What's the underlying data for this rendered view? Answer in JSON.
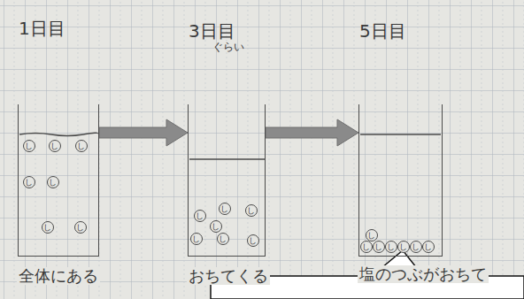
{
  "diagram": {
    "nodes": [
      {
        "text": [
          "1日目",
          "全体にある"
        ]
      },
      {
        "text": [
          "し"
        ],
        "in": 0
      },
      {
        "text": [
          "し"
        ],
        "in": 0
      },
      {
        "text": [
          "し"
        ],
        "in": 0
      },
      {
        "text": [
          "し"
        ],
        "in": 0
      },
      {
        "text": [
          "し"
        ],
        "in": 0
      },
      {
        "text": [
          "し"
        ],
        "in": 0
      },
      {
        "text": [
          "し"
        ],
        "in": 0
      },
      {
        "text": [
          "3日目",
          "おちてくる"
        ]
      },
      {
        "text": [
          "し"
        ],
        "in": 8
      },
      {
        "text": [
          "し"
        ],
        "in": 8
      },
      {
        "text": [
          "し"
        ],
        "in": 8
      },
      {
        "text": [
          "し"
        ],
        "in": 8
      },
      {
        "text": [
          "し"
        ],
        "in": 8
      },
      {
        "text": [
          "し"
        ],
        "in": 8
      },
      {
        "text": [
          "し"
        ],
        "in": 8
      },
      {
        "text": [
          "5日目",
          "塩のつぶがおちて"
        ]
      },
      {
        "text": [
          "し"
        ],
        "in": 16
      },
      {
        "text": [
          "し"
        ],
        "in": 16
      },
      {
        "text": [
          "し"
        ],
        "in": 16
      },
      {
        "text": [
          "し"
        ],
        "in": 16
      },
      {
        "text": [
          "し"
        ],
        "in": 16
      },
      {
        "text": [
          "し"
        ],
        "in": 16
      },
      {
        "text": [
          "し"
        ],
        "in": 16
      }
    ],
    "edges": [
      {
        "from": 0,
        "to": 8,
        "arrow": "to"
      },
      {
        "from": 8,
        "to": 16,
        "arrow": "to"
      }
    ],
    "labels": [
      "ぐらい"
    ]
  }
}
